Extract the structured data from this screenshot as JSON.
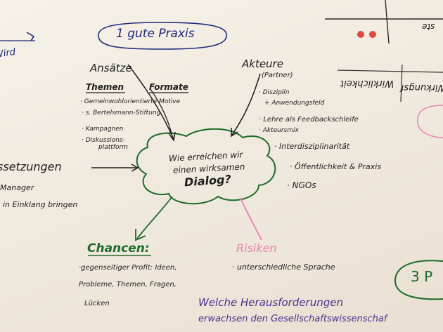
{
  "colors": {
    "paper": "#f1ebe0",
    "ink_black": "#1e1e1e",
    "ink_green": "#1f6b2a",
    "ink_pink": "#e783b4",
    "ink_purple": "#4a2f8f",
    "ink_blue": "#1e2a7a",
    "dot_red": "#e2483d"
  },
  "board": {
    "header_bubble": "1 gute Praxis",
    "center_question": [
      "Wie erreichen wir",
      "einen wirksamen",
      "Dialog?"
    ],
    "left": {
      "ansaetze": "Ansätze",
      "themen": "Themen",
      "formate": "Formate",
      "items": [
        "· Gemeinwohlorientierte Motive",
        "· s. Bertelsmann-Stiftung",
        "· Kampagnen",
        "· Diskussions-",
        "plattform"
      ]
    },
    "right": {
      "akteure": "Akteure",
      "partner": "(Partner)",
      "items": [
        "· Disziplin",
        "+ Anwendungsfeld",
        "· Lehre als Feedbackschleife",
        "· Akteursmix",
        "· Interdisziplinarität",
        "· Öffentlichkeit & Praxis",
        "· NGOs"
      ]
    },
    "far_left": {
      "heading": "ssetzungen",
      "lines": [
        "Manager",
        "in Einklang bringen"
      ]
    },
    "chancen": {
      "heading": "Chancen:",
      "lines": [
        "·gegenseitiger Profit: Ideen,",
        "Probleme, Themen, Fragen,",
        "Lücken"
      ]
    },
    "risiken": {
      "heading": "Risiken",
      "lines": [
        "· unterschiedliche Sprache"
      ]
    },
    "bottom_question": [
      "Welche Herausforderungen",
      "erwachsen den Gesellschaftswissenschaf"
    ],
    "corner_bubble": "3 P",
    "top_left_fragment": "Wird",
    "top_right_fragment": "ste",
    "mirrored_fragments": [
      "Wirklichkeit",
      "Wirkungsf"
    ]
  }
}
